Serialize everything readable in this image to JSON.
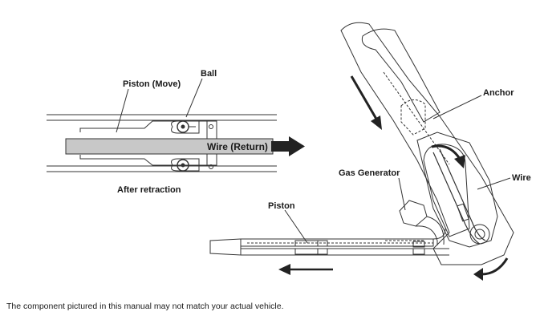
{
  "labels": {
    "piston_move": "Piston (Move)",
    "ball": "Ball",
    "wire_return": "Wire (Return)",
    "after_retraction": "After retraction",
    "anchor": "Anchor",
    "gas_generator": "Gas Generator",
    "wire": "Wire",
    "piston": "Piston"
  },
  "disclaimer": "The component pictured in this manual may not match your actual vehicle."
}
